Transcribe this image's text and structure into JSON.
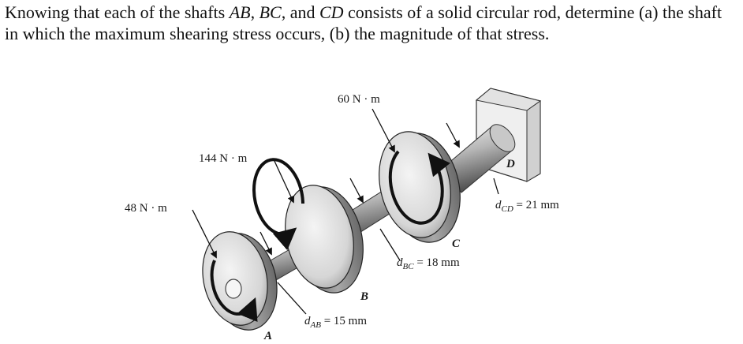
{
  "problem": {
    "part1": "Knowing that each of the shafts ",
    "shaft_ab": "AB",
    "sep1": ", ",
    "shaft_bc": "BC",
    "sep2": ", and ",
    "shaft_cd": "CD",
    "part2": " consists of a solid circular rod, determine (a) the shaft in which the maximum shearing stress occurs, (b) the magnitude of that stress."
  },
  "figure": {
    "torque_c": "60 N · m",
    "torque_b": "144 N · m",
    "torque_a": "48 N · m",
    "point_a": "A",
    "point_b": "B",
    "point_c": "C",
    "point_d": "D",
    "dim_ab": "d",
    "dim_ab_sub": "AB",
    "dim_ab_value": " = 15 mm",
    "dim_bc": "d",
    "dim_bc_sub": "BC",
    "dim_bc_value": " = 18 mm",
    "dim_cd": "d",
    "dim_cd_sub": "CD",
    "dim_cd_value": " = 21 mm"
  }
}
